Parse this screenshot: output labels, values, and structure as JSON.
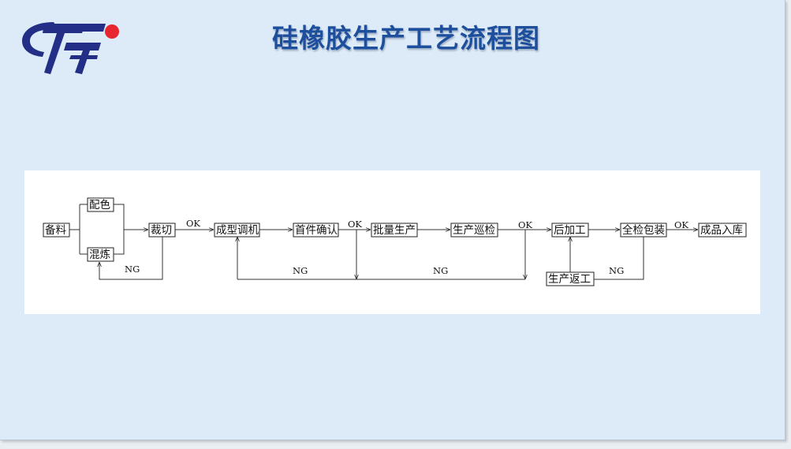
{
  "header": {
    "title": "硅橡胶生产工艺流程图",
    "logo": {
      "icon": "company-logo-icon",
      "colors": {
        "primary": "#232e86",
        "accent": "#e8262f"
      }
    }
  },
  "flow": {
    "nodes": {
      "beiliao": "备料",
      "peise": "配色",
      "hunlian": "混炼",
      "caiqie": "裁切",
      "chengxing": "成型调机",
      "shoujian": "首件确认",
      "piliang": "批量生产",
      "xunjian": "生产巡检",
      "houjiagong": "后加工",
      "quanjian": "全检包装",
      "ruku": "成品入库",
      "fangong": "生产返工"
    },
    "labels": {
      "ok": "OK",
      "ng": "NG"
    }
  }
}
